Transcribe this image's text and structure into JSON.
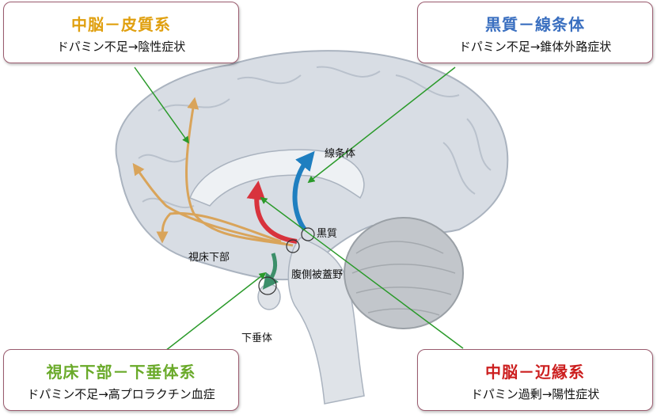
{
  "boxes": {
    "mesocortical": {
      "title": "中脳－皮質系",
      "sub": "ドパミン不足→陰性症状",
      "color": "#e0a010"
    },
    "nigrostriatal": {
      "title": "黒質－線条体",
      "sub": "ドパミン不足→錐体外路症状",
      "color": "#3a6fc0"
    },
    "tuberoinfundibular": {
      "title": "視床下部－下垂体系",
      "sub": "ドパミン不足→高プロラクチン血症",
      "color": "#6aaa2a"
    },
    "mesolimbic": {
      "title": "中脳－辺縁系",
      "sub": "ドパミン過剰→陽性症状",
      "color": "#cc1f1f"
    }
  },
  "labels": {
    "striatum": "線条体",
    "substantia_nigra": "黒質",
    "hypothalamus": "視床下部",
    "vta": "腹側被蓋野",
    "pituitary": "下垂体"
  },
  "colors": {
    "brain": "#d8dde4",
    "brain_line": "#aab3bf",
    "cerebellum": "#c2c6cb",
    "pointer_line": "#2a9a2a",
    "mesocortical_arrow": "#d9a45a",
    "mesolimbic_arrow": "#d8333d",
    "nigrostriatal_arrow": "#1f7fc0",
    "tuberoinfundibular_arrow": "#3c8f6a"
  }
}
